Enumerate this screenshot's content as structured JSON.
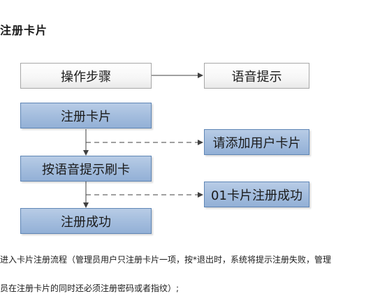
{
  "heading": "注册卡片",
  "diagram": {
    "header_left": "操作步骤",
    "header_right": "语音提示",
    "steps": [
      "注册卡片",
      "按语音提示刷卡",
      "注册成功"
    ],
    "prompts": [
      "请添加用户卡片",
      "01卡片注册成功"
    ],
    "colors": {
      "step_fill": "#a2bcdd",
      "step_border": "#5f86b5",
      "header_fill": "#f6f6f6",
      "header_border": "#a7a7a7",
      "connector": "#404040"
    }
  },
  "description": {
    "line1": "进入卡片注册流程（管理员用户只注册卡片一项，按*退出时，系统将提示注册失败，管理",
    "line2": "员在注册卡片的同时还必须注册密码或者指纹）;"
  }
}
